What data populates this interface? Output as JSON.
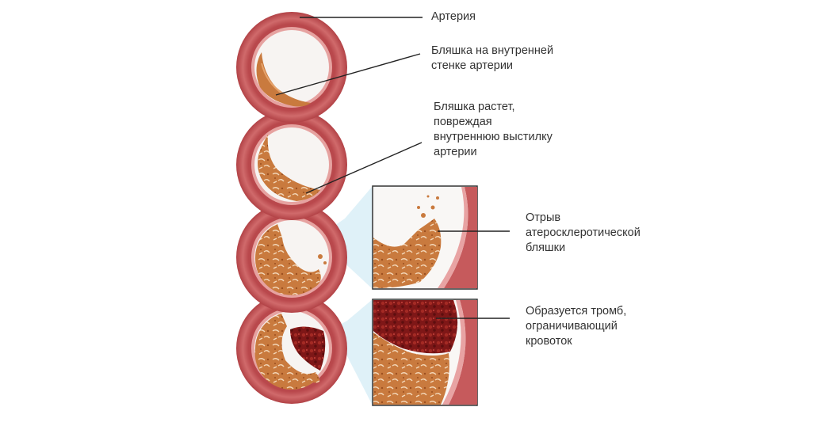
{
  "labels": {
    "artery": [
      "Артерия"
    ],
    "plaque_on_wall": [
      "Бляшка на внутренней",
      "стенке артерии"
    ],
    "plaque_grows": [
      "Бляшка растет,",
      "повреждая",
      "внутреннюю выстилку",
      "артерии"
    ],
    "plaque_rupture": [
      "Отрыв",
      "атеросклеротической",
      "бляшки"
    ],
    "thrombus": [
      "Образуется тромб,",
      "ограничивающий",
      "кровоток"
    ]
  },
  "colors": {
    "artery_wall": "#c65a5c",
    "artery_inner": "#e8a3a3",
    "plaque": "#c9743a",
    "plaque_light": "#e0a068",
    "thrombus": "#8a1c1c",
    "leader_line": "#222222",
    "zoom_wedge": "#d6ecf5"
  }
}
